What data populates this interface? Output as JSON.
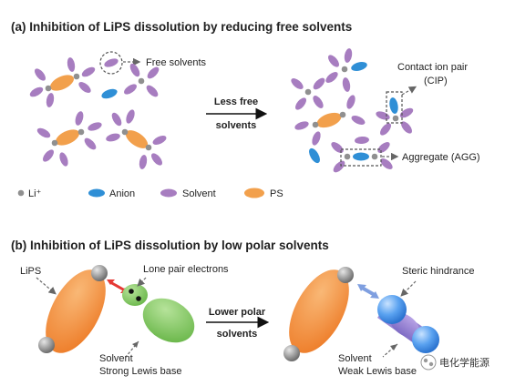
{
  "panel_a": {
    "title": "(a) Inhibition of LiPS dissolution by reducing free solvents",
    "free_solvents_label": "Free solvents",
    "arrow_label_line1": "Less free",
    "arrow_label_line2": "solvents",
    "cip_label_line1": "Contact ion pair",
    "cip_label_line2": "(CIP)",
    "agg_label": "Aggregate (AGG)",
    "legend": {
      "li": "Li⁺",
      "anion": "Anion",
      "solvent": "Solvent",
      "ps": "PS"
    }
  },
  "panel_b": {
    "title": "(b) Inhibition of LiPS dissolution by low polar solvents",
    "lips_label": "LiPS",
    "lone_pair_label": "Lone pair electrons",
    "arrow_label_line1": "Lower polar",
    "arrow_label_line2": "solvents",
    "left_solvent_line1": "Solvent",
    "left_solvent_line2": "Strong Lewis base",
    "steric_label": "Steric hindrance",
    "right_solvent_line1": "Solvent",
    "right_solvent_line2": "Weak Lewis base"
  },
  "watermark": {
    "text": "电化学能源"
  },
  "colors": {
    "solvent": "#a77dc0",
    "anion": "#2f8fd6",
    "ps": "#f2a04c",
    "li": "#909090",
    "lips_body": "#f08a3a",
    "green_solvent": "#8ac86a",
    "weak_solvent": "#5b9be8",
    "red_arrow": "#e53935",
    "steric_arrow": "#7f9fe0"
  }
}
